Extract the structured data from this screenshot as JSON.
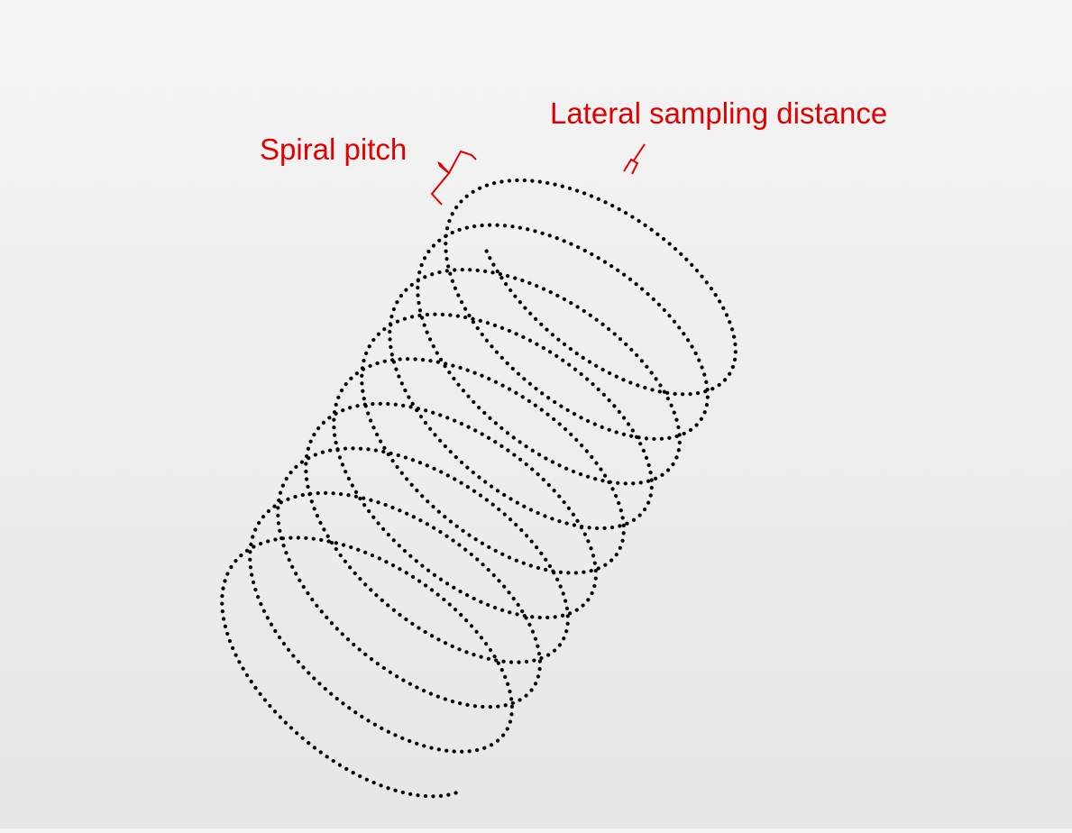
{
  "diagram": {
    "labels": {
      "spiral_pitch": "Spiral pitch",
      "lateral_sampling_distance": "Lateral sampling distance"
    },
    "helix": {
      "turns": 9,
      "style": "dotted"
    },
    "colors": {
      "annotation": "#e00000",
      "helix": "#000000",
      "background": "#efefef"
    }
  }
}
